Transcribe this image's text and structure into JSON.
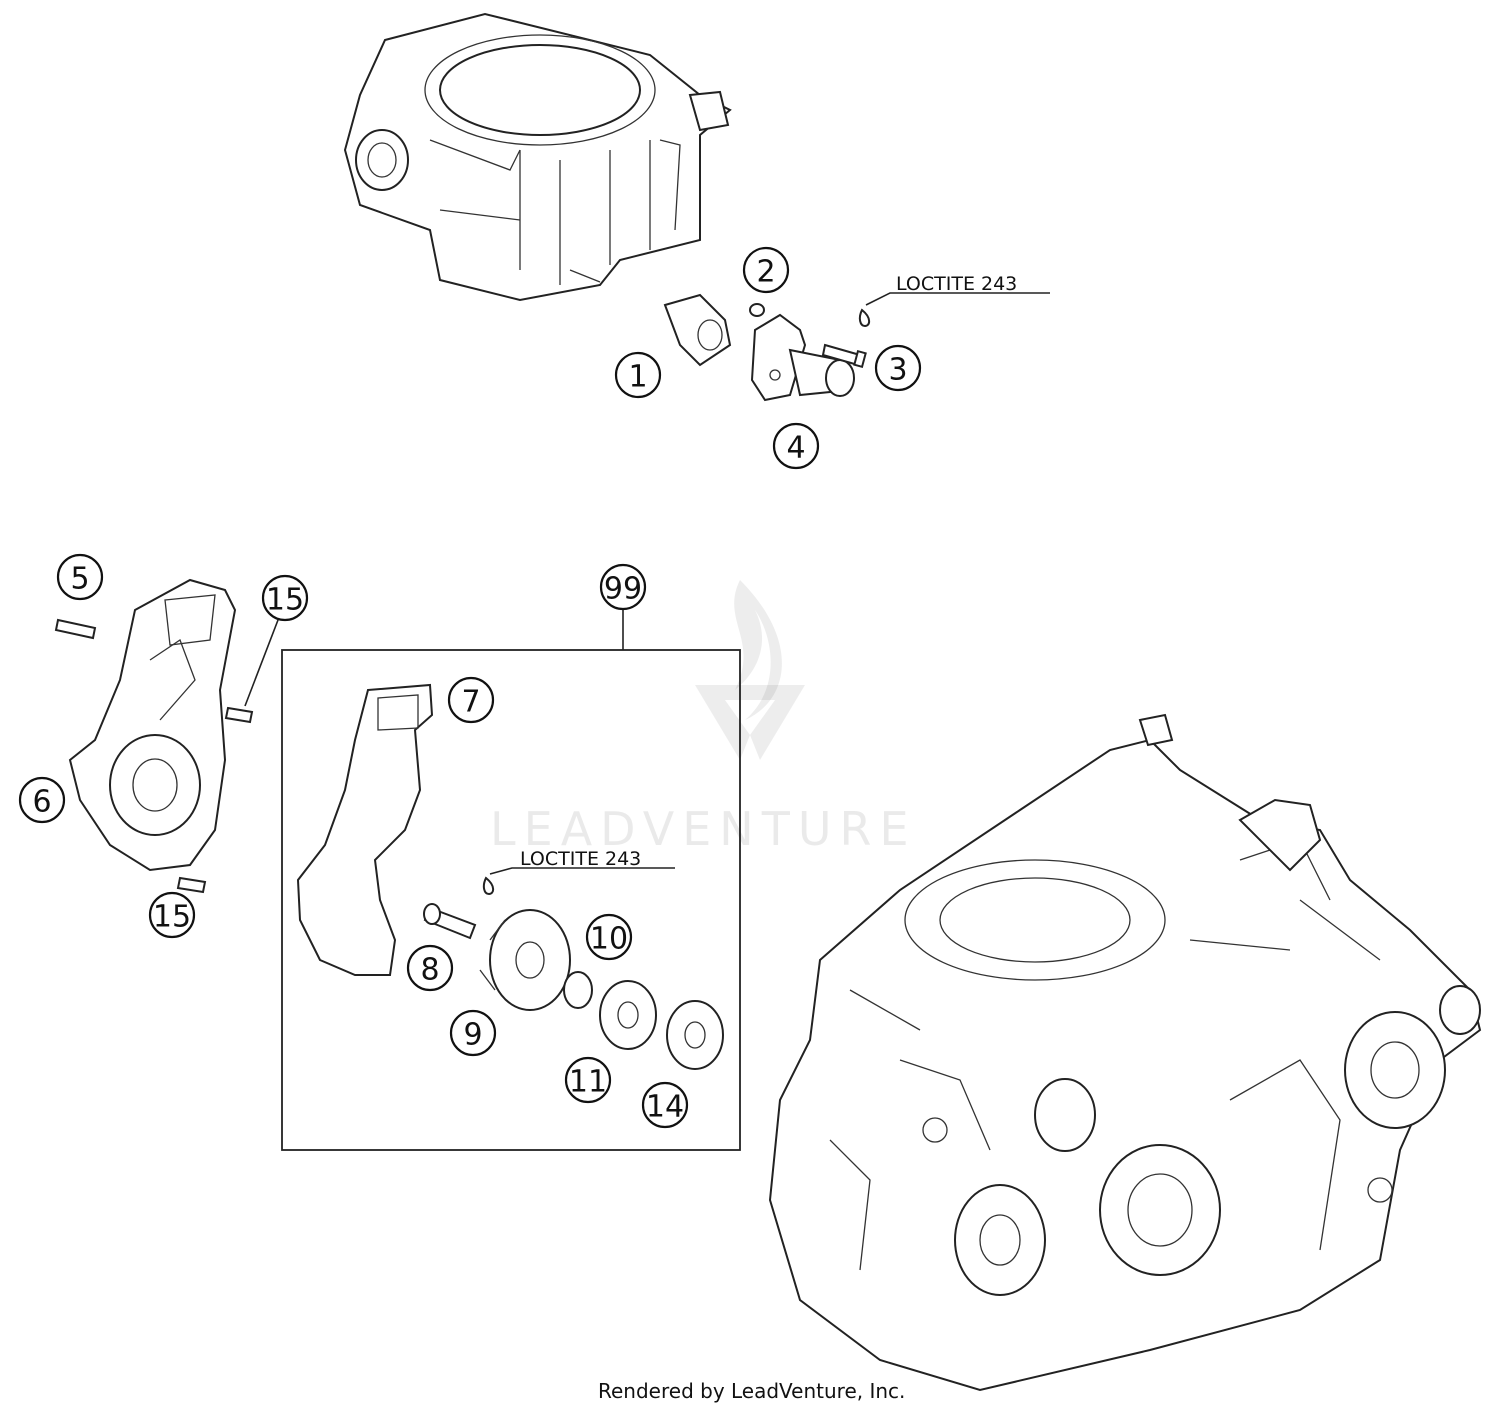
{
  "callouts": {
    "c1": "1",
    "c2": "2",
    "c3": "3",
    "c4": "4",
    "c5": "5",
    "c6": "6",
    "c7": "7",
    "c8": "8",
    "c9": "9",
    "c10": "10",
    "c11": "11",
    "c14": "14",
    "c15a": "15",
    "c15b": "15",
    "c99": "99"
  },
  "labels": {
    "loctite_top": "LOCTITE 243",
    "loctite_mid": "LOCTITE 243"
  },
  "watermark": "LEADVENTURE",
  "footer": "Rendered by LeadVenture, Inc."
}
